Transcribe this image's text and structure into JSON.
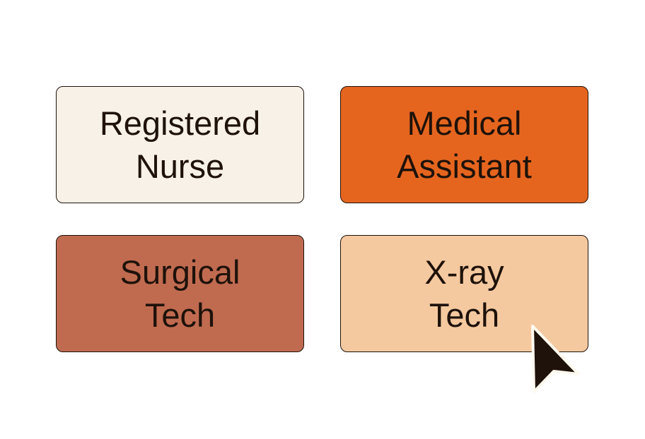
{
  "options": [
    {
      "line1": "Registered",
      "line2": "Nurse",
      "color": "#f8f1e7"
    },
    {
      "line1": "Medical",
      "line2": "Assistant",
      "color": "#e5651f"
    },
    {
      "line1": "Surgical",
      "line2": "Tech",
      "color": "#c06b50"
    },
    {
      "line1": "X-ray",
      "line2": "Tech",
      "color": "#f5c9a0"
    }
  ]
}
